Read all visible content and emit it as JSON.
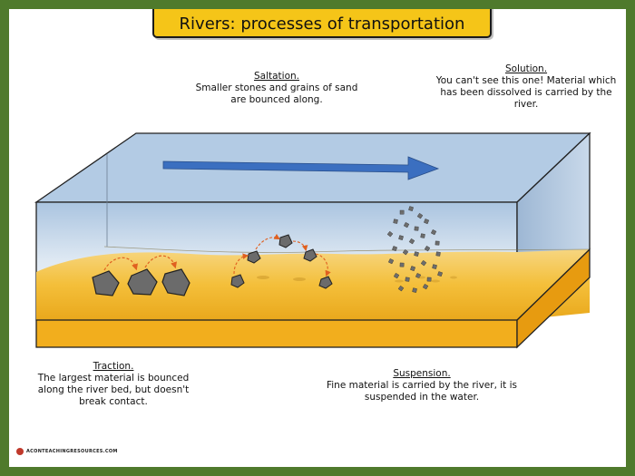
{
  "title": "Rivers: processes of transportation",
  "credit": "ACONTEACHINGRESOURCES.COM",
  "colors": {
    "frame_border": "#4f7a2c",
    "banner": "#f5c518",
    "sand": "#f2b632",
    "water_top": "#b8cfe6",
    "flow_arrow": "#3b6fc0",
    "movement_arrow": "#e06020"
  },
  "processes": {
    "saltation": {
      "heading": "Saltation.",
      "text": "Smaller stones and grains of sand are bounced along."
    },
    "solution": {
      "heading": "Solution.",
      "text": "You can't see this one! Material which has been dissolved is carried by the river."
    },
    "traction": {
      "heading": "Traction.",
      "text": "The largest material is bounced along the river bed, but doesn't break contact."
    },
    "suspension": {
      "heading": "Suspension.",
      "text": "Fine material is carried by the river, it is suspended in the water."
    }
  }
}
